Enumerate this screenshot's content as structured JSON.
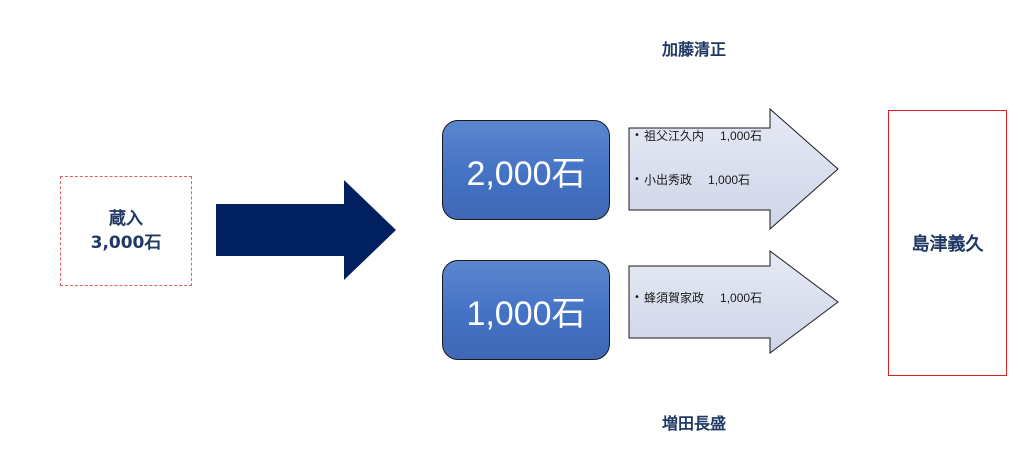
{
  "labels": {
    "top": "加藤清正",
    "bottom": "増田長盛"
  },
  "source": {
    "title": "蔵入",
    "amount": "3,000石"
  },
  "flows": [
    {
      "amount": "2,000石",
      "recipients": [
        {
          "name": "祖父江久内",
          "amount": "1,000石"
        },
        {
          "name": "小出秀政",
          "amount": "1,000石"
        }
      ]
    },
    {
      "amount": "1,000石",
      "recipients": [
        {
          "name": "蜂須賀家政",
          "amount": "1,000石"
        }
      ]
    }
  ],
  "target": {
    "name": "島津義久"
  },
  "colors": {
    "big_arrow": "#002060",
    "amount_box": "#4472c4",
    "flow_arrow": "#dde2f0",
    "source_border": "#e06060",
    "target_border": "#e02020",
    "label_text": "#1f3864"
  }
}
